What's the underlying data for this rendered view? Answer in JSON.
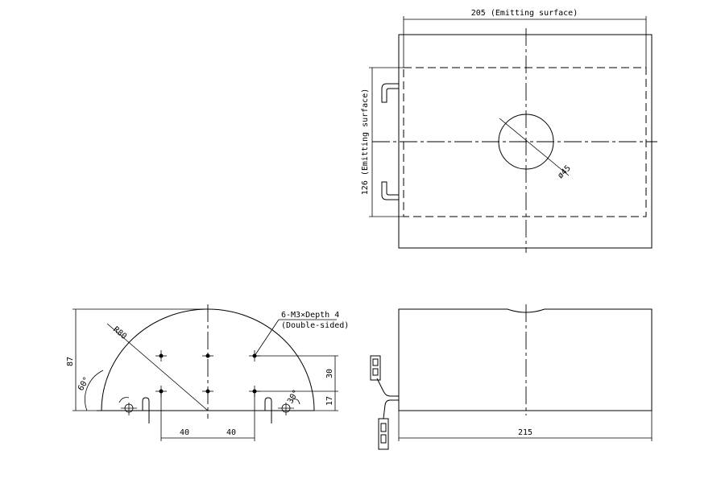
{
  "drawing": {
    "top_view": {
      "width_label": "205 (Emitting surface)",
      "height_label": "126 (Emitting surface)",
      "hole_label": "ø45"
    },
    "side_view": {
      "height_label": "87",
      "angle_label_left": "60°",
      "angle_label_right": "30°",
      "radius_label": "R80",
      "screw_label": "6-M3×Depth 4",
      "screw_note": "(Double-sided)",
      "spacing_left": "40",
      "spacing_right": "40",
      "offset_upper": "30",
      "offset_lower": "17"
    },
    "front_view": {
      "width_label": "215"
    }
  }
}
